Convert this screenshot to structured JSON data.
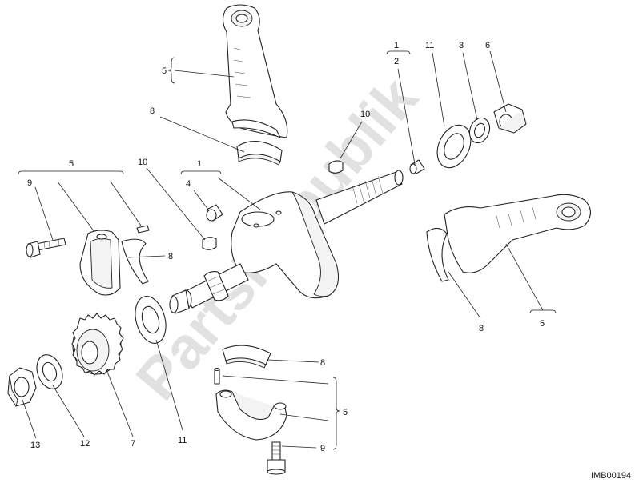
{
  "diagram_code": "IMB00194",
  "watermark": "PartsRepublik",
  "callouts": {
    "c5_top_rod": "5",
    "c8_top_bearing": "8",
    "c10_top_key": "10",
    "c1_group_right": "1",
    "c2_plug": "2",
    "c11_top_washer": "11",
    "c3_ring": "3",
    "c6_nut": "6",
    "c5_left_group": "5",
    "c9_left_bolt": "9",
    "c10_left_key": "10",
    "c1_left_group": "1",
    "c4_plug": "4",
    "c8_left_bearing": "8",
    "c8_right_bearing": "8",
    "c5_right_rod": "5",
    "c11_bottom_washer": "11",
    "c8_bottom_bearing": "8",
    "c5_bottom_group": "5",
    "c9_bottom_bolt": "9",
    "c13_nut": "13",
    "c12_washer": "12",
    "c7_gear": "7"
  }
}
